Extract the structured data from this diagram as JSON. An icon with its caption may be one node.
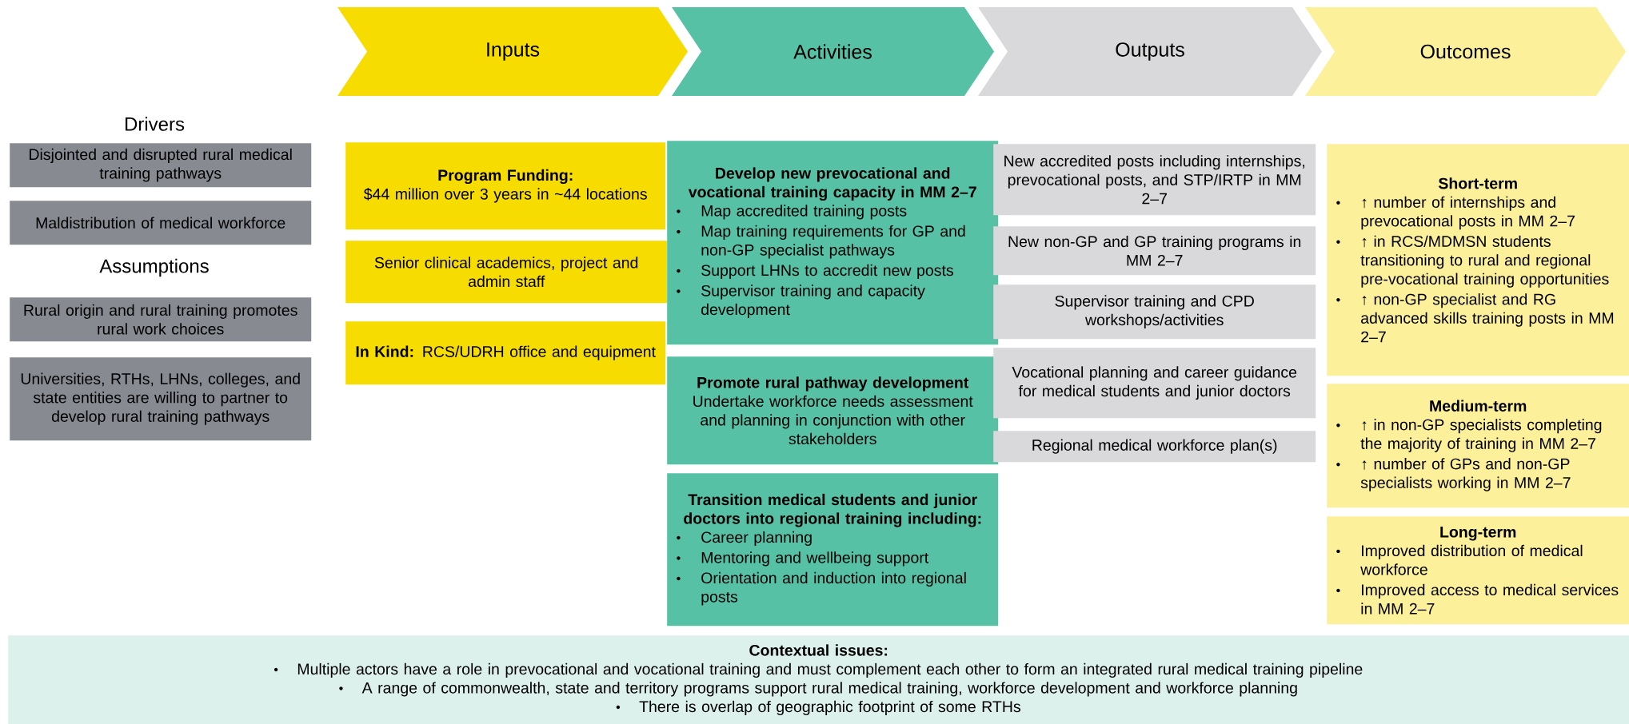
{
  "diagram": {
    "nodes": [
      {
        "text": [
          "Inputs"
        ]
      },
      {
        "text": [
          "Activities"
        ]
      },
      {
        "text": [
          "Outputs"
        ]
      },
      {
        "text": [
          "Outcomes"
        ]
      },
      {
        "text": [
          "Disjointed and disrupted rural medical training pathways"
        ]
      },
      {
        "text": [
          "Maldistribution of medical workforce"
        ]
      },
      {
        "text": [
          "Rural origin and rural training promotes rural work choices"
        ]
      },
      {
        "text": [
          "Universities, RTHs, LHNs, colleges, and state entities are willing to partner to develop rural training pathways"
        ]
      },
      {
        "text": [
          "Program Funding:",
          "$44 million over 3 years in ~44 locations"
        ]
      },
      {
        "text": [
          "Senior clinical academics, project and admin staff"
        ]
      },
      {
        "text": [
          "**In Kind:** RCS/UDRH office and equipment"
        ]
      },
      {
        "text": [
          "Develop new prevocational and vocational training capacity in MM 2–7",
          "Map accredited training posts",
          "Map training requirements for GP and non-GP specialist pathways",
          "Support LHNs to accredit new posts",
          "Supervisor training and capacity development"
        ]
      },
      {
        "text": [
          "Promote rural pathway development",
          "Undertake workforce needs assessment and planning in conjunction with other stakeholders"
        ]
      },
      {
        "text": [
          "Transition medical students and junior doctors into regional training including:",
          "Career planning",
          "Mentoring and wellbeing support",
          "Orientation and induction into regional posts"
        ]
      },
      {
        "text": [
          "New accredited posts including internships, prevocational posts, and STP/IRTP in MM 2–7"
        ]
      },
      {
        "text": [
          "New non-GP and GP training programs in MM 2–7"
        ]
      },
      {
        "text": [
          "Supervisor training and CPD workshops/activities"
        ]
      },
      {
        "text": [
          "Vocational planning and career guidance for medical students and junior doctors"
        ]
      },
      {
        "text": [
          "Regional medical workforce plan(s)"
        ]
      },
      {
        "text": [
          "Short-term",
          "↑ number of internships and prevocational posts in MM 2–7",
          "↑ in RCS/MDMSN students transitioning to rural and regional pre-vocational training opportunities",
          "↑ non-GP specialist and RG advanced skills training posts in MM 2–7"
        ]
      },
      {
        "text": [
          "Medium-term",
          "↑ in non-GP specialists completing the majority of training in MM 2–7",
          "↑ number of GPs and non-GP specialists working in MM 2–7"
        ]
      },
      {
        "text": [
          "Long-term",
          "Improved distribution of medical workforce",
          "Improved access to medical services in MM 2–7"
        ]
      },
      {
        "text": [
          "Contextual issues:",
          "Multiple actors have a role in prevocational and vocational training and must complement each other to form an integrated rural medical training pipeline",
          "A range of commonwealth, state and territory programs support rural medical training, workforce development and workforce planning",
          "There is overlap of geographic footprint of some RTHs"
        ]
      }
    ],
    "labels": [
      "Drivers",
      "Assumptions"
    ]
  }
}
